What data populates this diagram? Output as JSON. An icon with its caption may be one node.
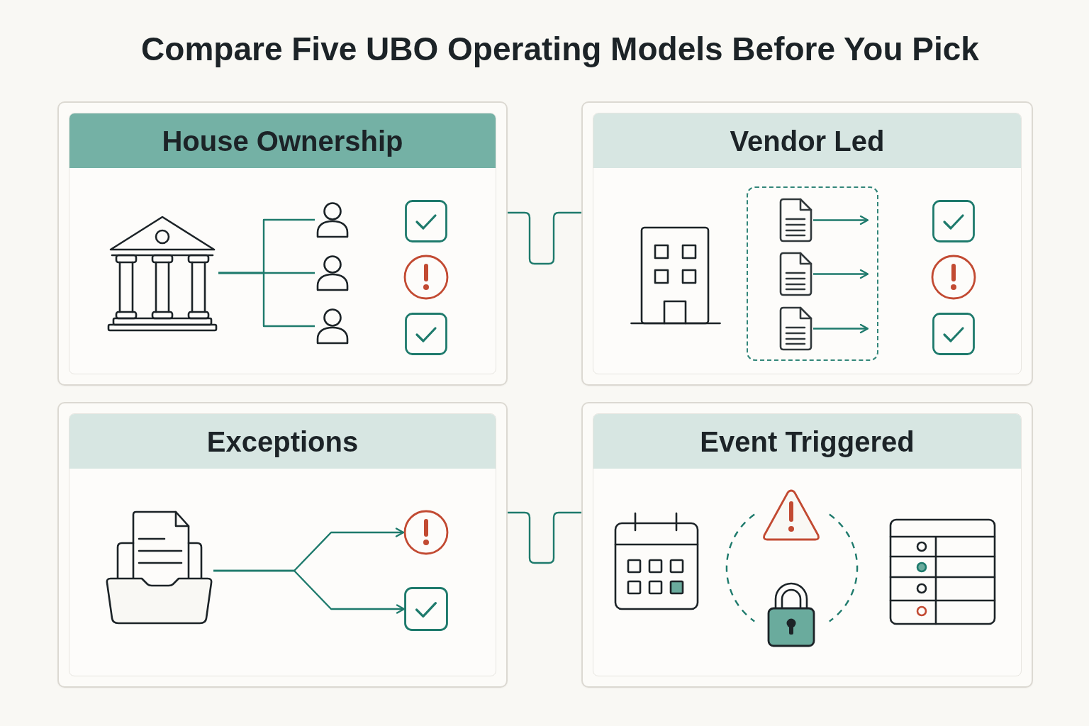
{
  "diagram": {
    "title": "Compare Five UBO Operating Models Before You Pick",
    "nodes": [
      {
        "text": [
          "House Ownership"
        ]
      },
      {
        "text": [],
        "shape": "picture",
        "in": 0
      },
      {
        "text": [],
        "shape": "person",
        "in": 0
      },
      {
        "text": [],
        "shape": "person",
        "in": 0
      },
      {
        "text": [],
        "shape": "person",
        "in": 0
      },
      {
        "text": [
          "Vendor Led"
        ]
      },
      {
        "text": [],
        "shape": "box",
        "in": 5
      },
      {
        "text": [],
        "shape": "picture",
        "in": 6
      },
      {
        "text": [],
        "shape": "picture",
        "in": 6
      },
      {
        "text": [],
        "shape": "picture",
        "in": 6
      },
      {
        "text": [
          "Exceptions"
        ]
      },
      {
        "text": [],
        "shape": "picture",
        "in": 10
      },
      {
        "text": [],
        "shape": "circle",
        "in": 10
      },
      {
        "text": [],
        "shape": "box",
        "in": 10
      },
      {
        "text": [
          "Event Triggered"
        ]
      }
    ],
    "edges": [
      {
        "from": 1,
        "to": 2,
        "arrow": "none"
      },
      {
        "from": 1,
        "to": 3,
        "arrow": "none"
      },
      {
        "from": 1,
        "to": 4,
        "arrow": "none"
      },
      {
        "from": 0,
        "to": 5,
        "arrow": "none"
      },
      {
        "from": 7,
        "to": null,
        "arrow": "to"
      },
      {
        "from": 8,
        "to": null,
        "arrow": "to"
      },
      {
        "from": 9,
        "to": null,
        "arrow": "to"
      },
      {
        "from": 11,
        "to": 12,
        "arrow": "to"
      },
      {
        "from": 11,
        "to": 13,
        "arrow": "to"
      },
      {
        "from": 10,
        "to": 14,
        "arrow": "none"
      }
    ]
  }
}
